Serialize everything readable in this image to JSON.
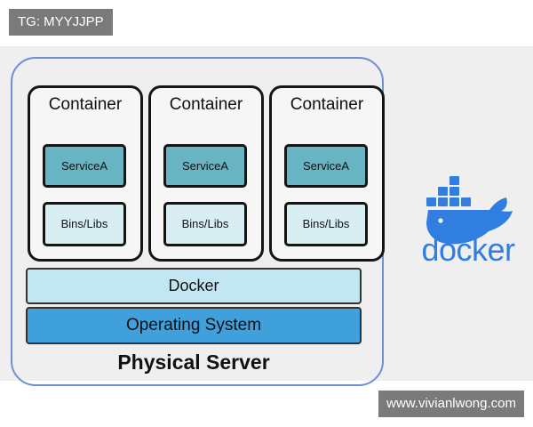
{
  "tag": {
    "text": "TG: MYYJJPP"
  },
  "watermark": {
    "text": "www.vivianlwong.com"
  },
  "containers": [
    {
      "title": "Container",
      "service": "ServiceA",
      "bins": "Bins/Libs"
    },
    {
      "title": "Container",
      "service": "ServiceA",
      "bins": "Bins/Libs"
    },
    {
      "title": "Container",
      "service": "ServiceA",
      "bins": "Bins/Libs"
    }
  ],
  "layers": {
    "docker": "Docker",
    "os": "Operating System"
  },
  "server": {
    "label": "Physical Server"
  },
  "brand": {
    "wordmark": "docker",
    "color": "#2f7ee0"
  },
  "colors": {
    "service": "#68b4c3",
    "bins": "#d8eef2",
    "docker_layer": "#c3e7f2",
    "os_layer": "#3fa0dc",
    "server_border": "#6e8fd8"
  }
}
